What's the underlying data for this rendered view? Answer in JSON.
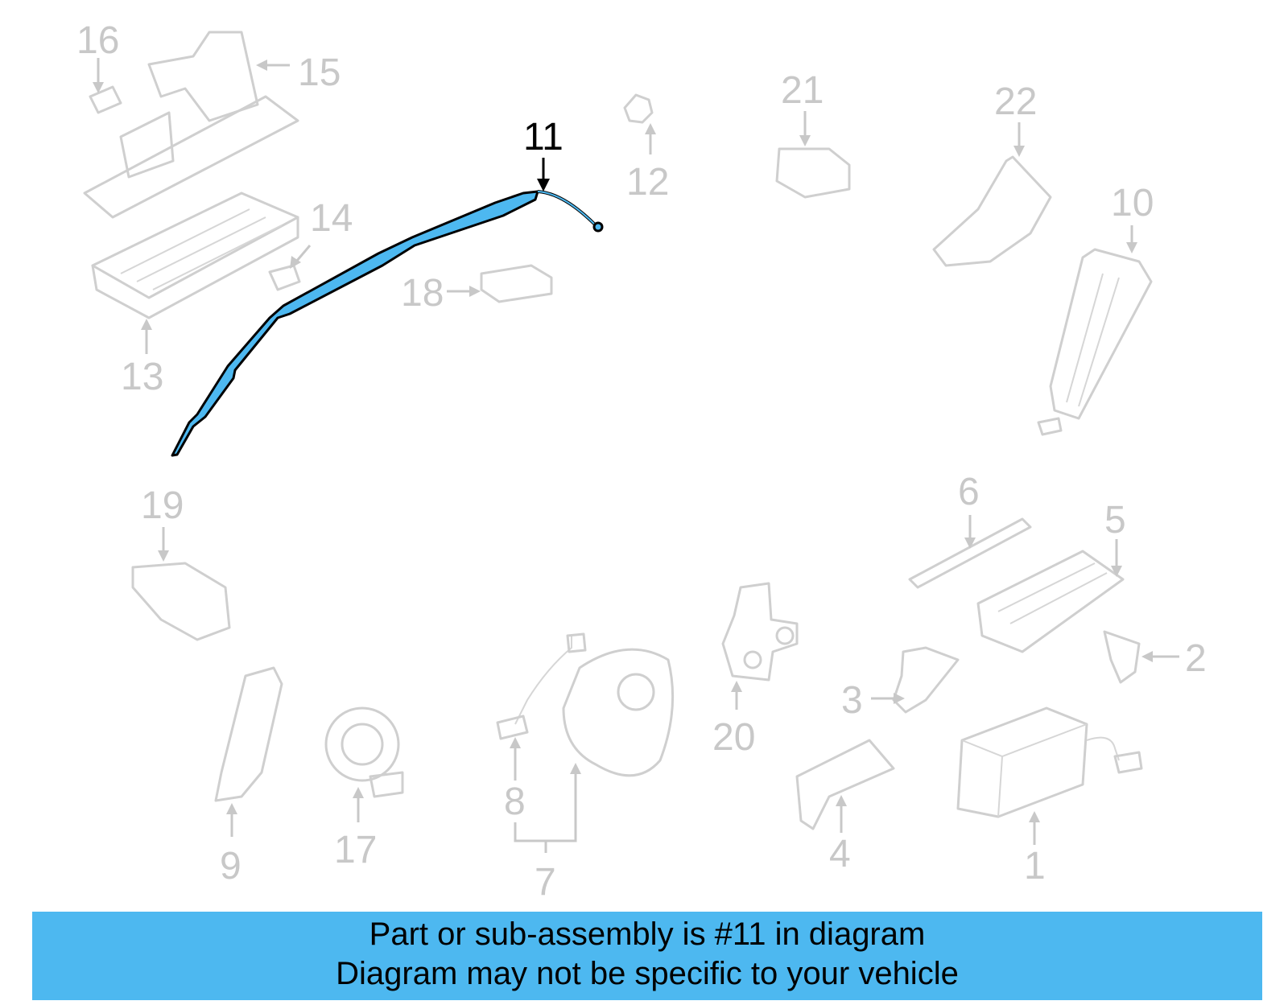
{
  "diagram": {
    "highlight_color": "#4db8f0",
    "highlighted_part": "11",
    "callouts": [
      "1",
      "2",
      "3",
      "4",
      "5",
      "6",
      "7",
      "8",
      "9",
      "10",
      "11",
      "12",
      "13",
      "14",
      "15",
      "16",
      "17",
      "18",
      "19",
      "20",
      "21",
      "22"
    ]
  },
  "banner": {
    "line1": "Part or sub-assembly is #11 in diagram",
    "line2": "Diagram may not be specific to your vehicle",
    "color": "#4db8f0"
  }
}
